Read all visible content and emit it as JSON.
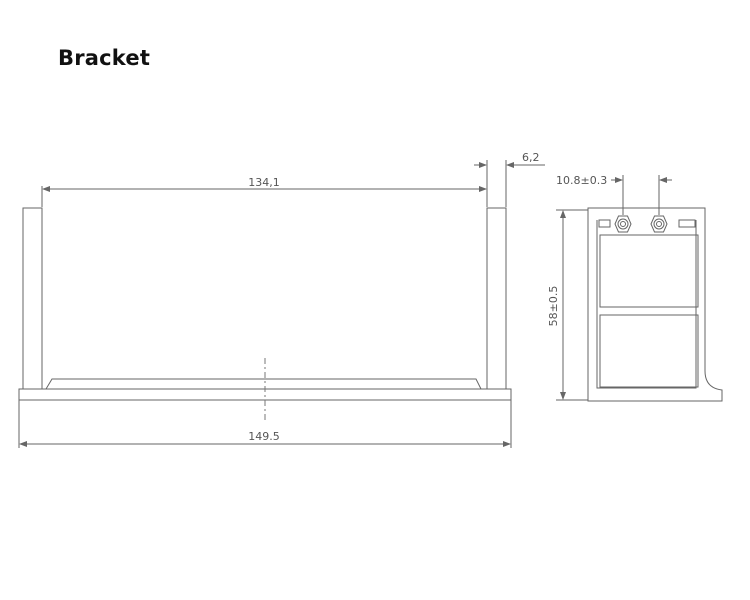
{
  "title": "Bracket",
  "dimensions": {
    "inner_width": "134,1",
    "wall_thickness": "6,2",
    "overall_width": "149.5",
    "hole_spacing": "10.8±0.3",
    "height": "58±0.5"
  }
}
